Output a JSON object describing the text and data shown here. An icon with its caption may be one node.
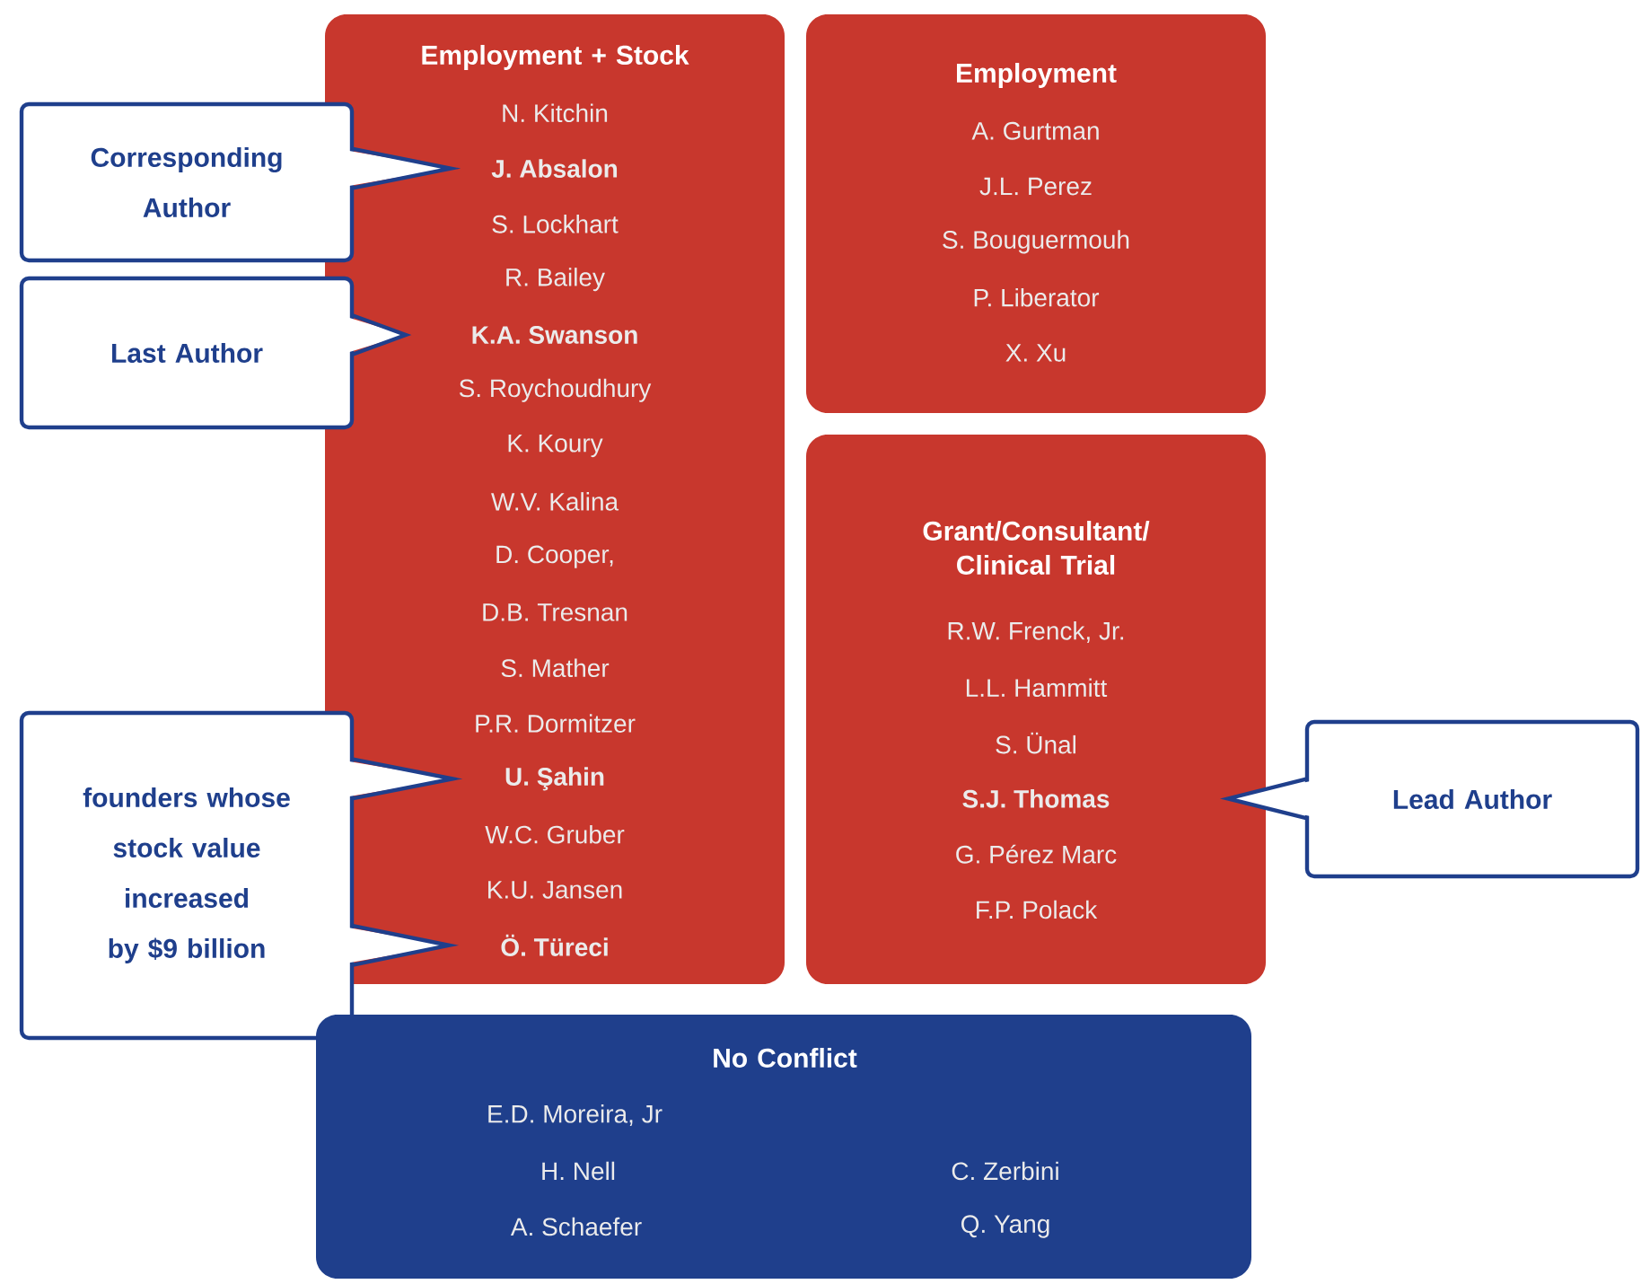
{
  "diagram": {
    "nodes": [
      {
        "text": [
          "Employment + Stock",
          "N. Kitchin",
          "**J. Absalon**",
          "S. Lockhart",
          "R. Bailey",
          "**K.A. Swanson**",
          "S. Roychoudhury",
          "K. Koury",
          "W.V. Kalina",
          "D. Cooper,",
          "D.B. Tresnan",
          "S. Mather",
          "P.R. Dormitzer",
          "**U. Şahin**",
          "W.C. Gruber",
          "K.U. Jansen",
          "**Ö. Türeci**"
        ]
      },
      {
        "text": [
          "Corresponding Author"
        ]
      },
      {
        "text": [
          "Last Author"
        ]
      },
      {
        "text": [
          "founders whose stock value increased by $9 billion"
        ]
      },
      {
        "text": [
          "Employment",
          "A. Gurtman",
          "J.L. Perez",
          "S. Bouguermouh",
          "P. Liberator",
          "X. Xu"
        ]
      },
      {
        "text": [
          "Grant/Consultant/ Clinical Trial",
          "R.W. Frenck, Jr.",
          "L.L. Hammitt",
          "S. Ünal",
          "**S.J. Thomas**",
          "G. Pérez Marc",
          "F.P. Polack"
        ]
      },
      {
        "text": [
          "Lead Author"
        ]
      },
      {
        "text": [
          "No Conflict",
          "E.D. Moreira, Jr",
          "H. Nell",
          "A. Schaefer",
          "C. Zerbini",
          "Q. Yang"
        ]
      }
    ],
    "edges": [
      {
        "from": 1,
        "to": null,
        "arrow": "to"
      },
      {
        "from": 2,
        "to": null,
        "arrow": "to"
      },
      {
        "from": 3,
        "to": null,
        "arrow": "to"
      },
      {
        "from": 3,
        "to": null,
        "arrow": "to"
      },
      {
        "from": 6,
        "to": null,
        "arrow": "to"
      }
    ]
  }
}
